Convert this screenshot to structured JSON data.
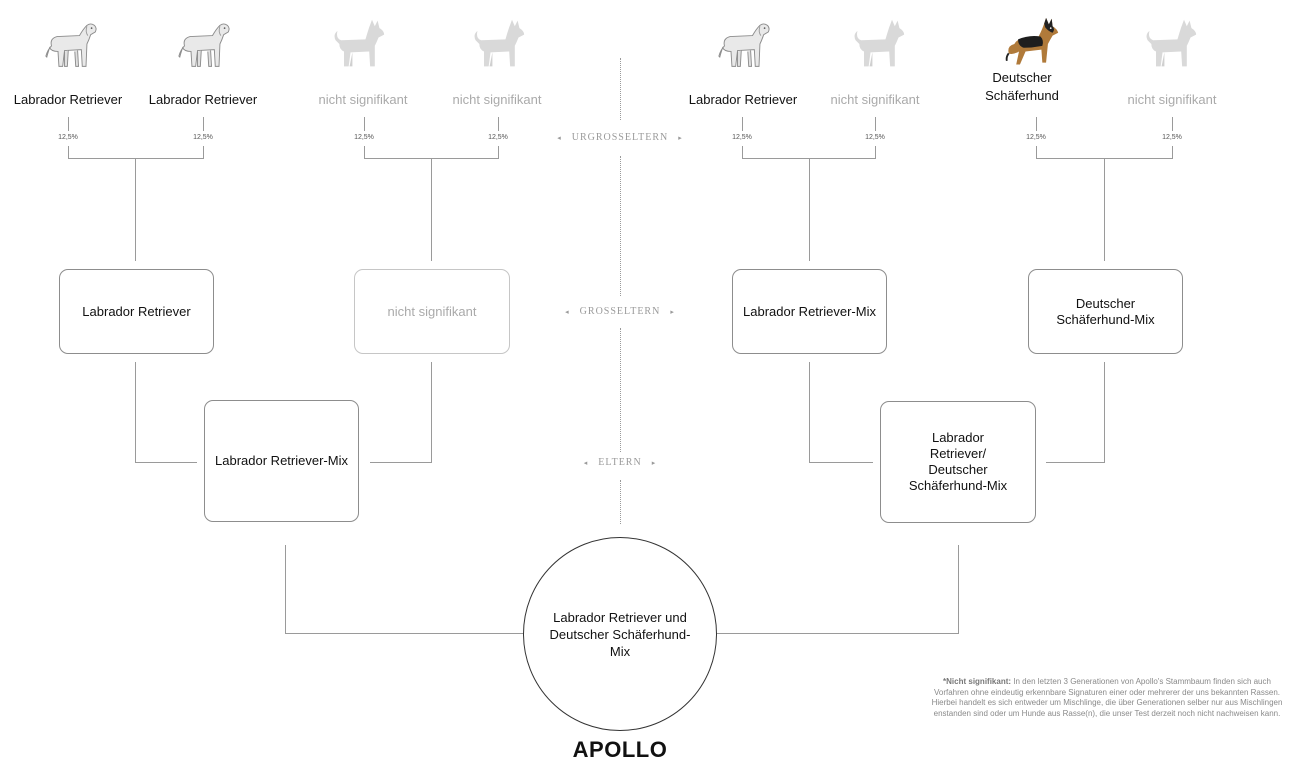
{
  "great_grandparents": [
    {
      "name": "Labrador Retriever",
      "percent": "12,5%",
      "significant": true,
      "icon": "labrador-icon"
    },
    {
      "name": "Labrador Retriever",
      "percent": "12,5%",
      "significant": true,
      "icon": "labrador-icon"
    },
    {
      "name": "nicht signifikant",
      "percent": "12,5%",
      "significant": false,
      "icon": "generic-dog-icon"
    },
    {
      "name": "nicht signifikant",
      "percent": "12,5%",
      "significant": false,
      "icon": "generic-dog-icon"
    },
    {
      "name": "Labrador Retriever",
      "percent": "12,5%",
      "significant": true,
      "icon": "labrador-icon"
    },
    {
      "name": "nicht signifikant",
      "percent": "12,5%",
      "significant": false,
      "icon": "generic-dog-icon"
    },
    {
      "name": "Deutscher Schäferhund",
      "percent": "12,5%",
      "significant": true,
      "icon": "german-shepherd-icon"
    },
    {
      "name": "nicht signifikant",
      "percent": "12,5%",
      "significant": false,
      "icon": "generic-dog-icon"
    }
  ],
  "grandparents": [
    {
      "name": "Labrador Retriever",
      "significant": true
    },
    {
      "name": "nicht signifikant",
      "significant": false
    },
    {
      "name": "Labrador Retriever-Mix",
      "significant": true
    },
    {
      "name": "Deutscher Schäferhund-Mix",
      "significant": true
    }
  ],
  "parents": [
    {
      "name": "Labrador Retriever-Mix"
    },
    {
      "name": "Labrador Retriever/ Deutscher Schäferhund-Mix"
    }
  ],
  "root": {
    "breed": "Labrador Retriever und Deutscher Schäferhund-Mix",
    "dog_name": "APOLLO"
  },
  "generation_labels": {
    "great_grandparents": "URGROSSELTERN",
    "grandparents": "GROSSELTERN",
    "parents": "ELTERN"
  },
  "arrows": {
    "left": "◂",
    "right": "▸"
  },
  "footnote": {
    "term": "*Nicht signifikant:",
    "text": " In den letzten 3 Generationen von Apollo's Stammbaum finden sich auch Vorfahren ohne eindeutig erkennbare Signaturen einer oder mehrerer der uns bekannten Rassen. Hierbei handelt es sich entweder um Mischlinge, die über Generationen selber nur aus Mischlingen enstanden sind oder um Hunde aus Rasse(n), die unser Test derzeit noch nicht nachweisen kann."
  },
  "colors": {
    "significant_text": "#111111",
    "not_significant_text": "#aaaaaa",
    "line": "#9a9a9a",
    "shepherd_tan": "#b07a3a"
  }
}
